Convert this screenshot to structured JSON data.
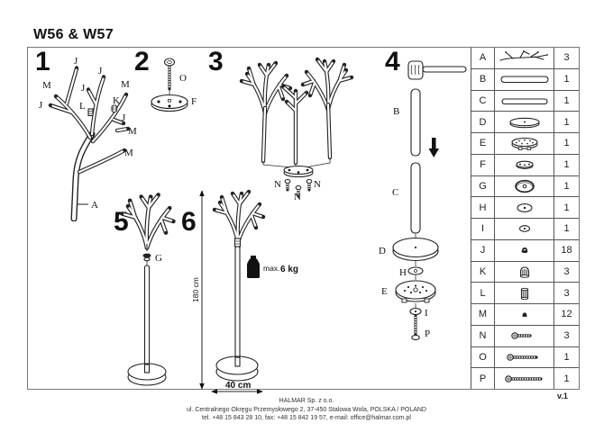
{
  "title": "W56 & W57",
  "version": "v.1",
  "steps": {
    "s1": {
      "number": "1",
      "labels": {
        "top_j": "J",
        "left_m": "M",
        "left_j": "J",
        "mid_j": "J",
        "l": "L",
        "up_j": "J",
        "right_top_m": "M",
        "k": "K",
        "right_j": "J",
        "right_m": "M",
        "low_m": "M",
        "a": "A"
      }
    },
    "s2": {
      "number": "2",
      "screw": "O",
      "plate": "F"
    },
    "s3": {
      "number": "3",
      "n1": "N",
      "n2": "N",
      "n3": "N"
    },
    "s4": {
      "number": "4",
      "b": "B",
      "c": "C",
      "d": "D",
      "h": "H",
      "e": "E",
      "i": "I",
      "p": "P"
    },
    "s5": {
      "number": "5",
      "g": "G"
    },
    "s6": {
      "number": "6",
      "height": "180 cm",
      "width": "40 cm",
      "max_label": "max.",
      "max_value": "6 kg"
    }
  },
  "parts_table": {
    "rows": [
      {
        "part": "A",
        "icon": "branch",
        "qty": "3"
      },
      {
        "part": "B",
        "icon": "pole-long",
        "qty": "1"
      },
      {
        "part": "C",
        "icon": "pole-lower",
        "qty": "1"
      },
      {
        "part": "D",
        "icon": "base-disc",
        "qty": "1"
      },
      {
        "part": "E",
        "icon": "holes-disc",
        "qty": "1"
      },
      {
        "part": "F",
        "icon": "mount-plate",
        "qty": "1"
      },
      {
        "part": "G",
        "icon": "ring-connector",
        "qty": "1"
      },
      {
        "part": "H",
        "icon": "washer-large",
        "qty": "1"
      },
      {
        "part": "I",
        "icon": "washer-small",
        "qty": "1"
      },
      {
        "part": "J",
        "icon": "end-cap",
        "qty": "18"
      },
      {
        "part": "K",
        "icon": "dome-cap",
        "qty": "3"
      },
      {
        "part": "L",
        "icon": "sleeve-cap",
        "qty": "3"
      },
      {
        "part": "M",
        "icon": "small-cap",
        "qty": "12"
      },
      {
        "part": "N",
        "icon": "screw-short",
        "qty": "3"
      },
      {
        "part": "O",
        "icon": "screw-medium",
        "qty": "1"
      },
      {
        "part": "P",
        "icon": "screw-long",
        "qty": "1"
      }
    ]
  },
  "footer": {
    "company": "HALMAR Sp. z o.o.",
    "address": "ul. Centralnego Okręgu Przemysłowego 2, 37-450 Stalowa Wola, POLSKA / POLAND",
    "contact": "tel. +48 15 843 28 10, fax: +48 15 842 19 57, e-mail: office@halmar.com.pl"
  }
}
